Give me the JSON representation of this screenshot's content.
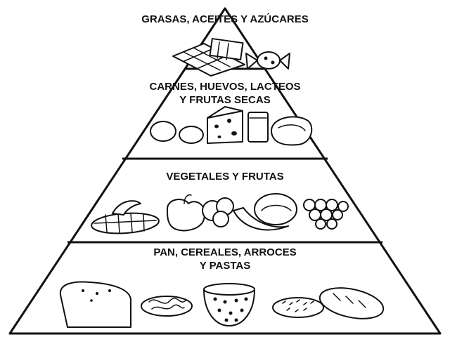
{
  "diagram": {
    "levels": [
      {
        "lines": [
          "GRASAS, ACEITES Y AZÚCARES"
        ]
      },
      {
        "lines": [
          "CARNES, HUEVOS, LACTEOS",
          "Y FRUTAS SECAS"
        ]
      },
      {
        "lines": [
          "VEGETALES Y FRUTAS"
        ]
      },
      {
        "lines": [
          "PAN, CEREALES, ARROCES",
          "Y PASTAS"
        ]
      }
    ],
    "icons": {
      "top": [
        "chocolate-bar-icon",
        "wrapped-candy-icon"
      ],
      "second": [
        "eggs-icon",
        "cheese-wedge-icon",
        "milk-glass-icon",
        "meat-icon"
      ],
      "third": [
        "corn-icon",
        "pepper-icon",
        "broccoli-icon",
        "banana-icon",
        "melon-icon",
        "grapes-icon"
      ],
      "base": [
        "bread-loaf-icon",
        "pasta-plate-icon",
        "beans-bowl-icon",
        "rice-plate-icon",
        "baguette-icon"
      ]
    }
  }
}
